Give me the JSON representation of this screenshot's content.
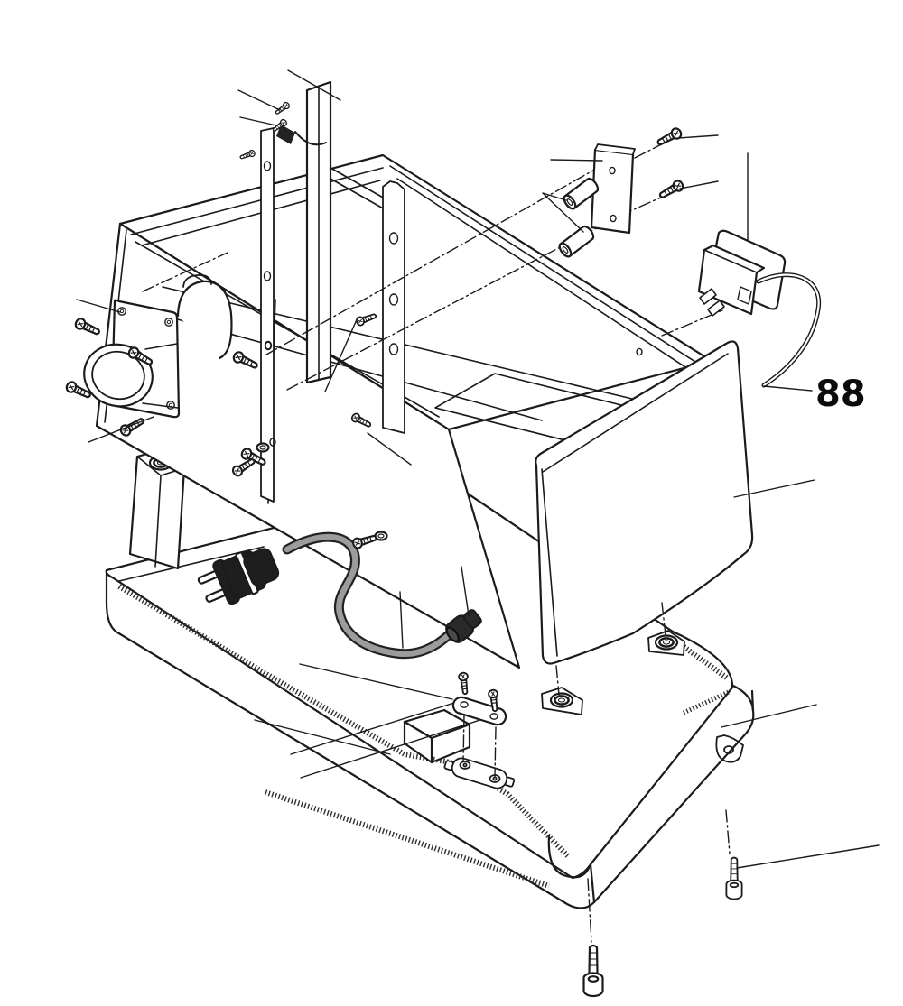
{
  "figure": {
    "kind": "exploded-parts-diagram",
    "background": "#ffffff",
    "ink_color": "#1b1b1b",
    "cord_color": "#9c9c9c",
    "callouts": [
      {
        "label": "88"
      }
    ],
    "parts": [
      "housing-frame",
      "blade-post",
      "rear-mounting-plate",
      "drilled-strip",
      "motor",
      "motor-flange",
      "flange-screws",
      "panel-screw",
      "bracket-plate",
      "standoff-spacers",
      "bracket-screws",
      "rocker-switch",
      "switch-wire",
      "side-cover",
      "power-plug",
      "power-cord",
      "strain-relief-grommet",
      "cord-clamp",
      "clamp-screws",
      "clamp-seat",
      "base-pan",
      "rubber-foot-seats",
      "keyhole-slot",
      "base-mounting-screws",
      "machine-screws-with-washers"
    ]
  }
}
